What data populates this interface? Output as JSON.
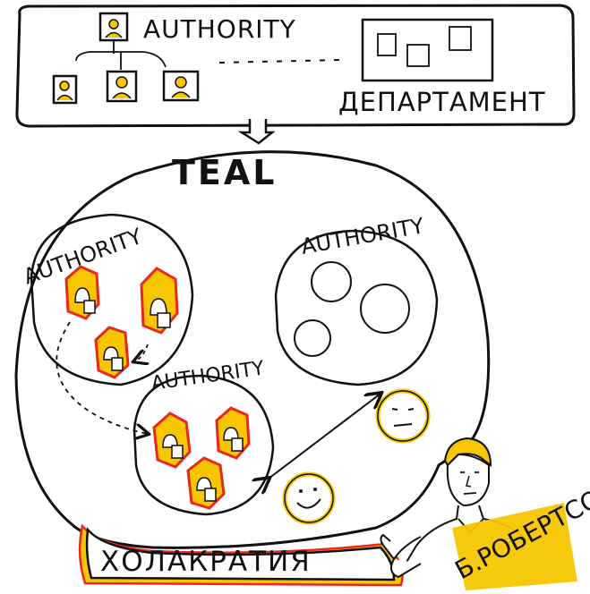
{
  "top_box": {
    "authority_label": "AUTHORITY",
    "department_label": "ДЕПАРТАМЕНТ"
  },
  "teal": {
    "title": "TEAL",
    "circle_left_label": "AUTHORITY",
    "circle_right_label": "AUTHORITY",
    "circle_bottom_label": "AUTHORITY"
  },
  "base": {
    "label": "ХОЛАКРАТИЯ"
  },
  "signature": "Б.РОБЕРТСОН",
  "colors": {
    "accent_yellow": "#f7c600",
    "accent_red": "#e8281e",
    "ink": "#111111"
  }
}
